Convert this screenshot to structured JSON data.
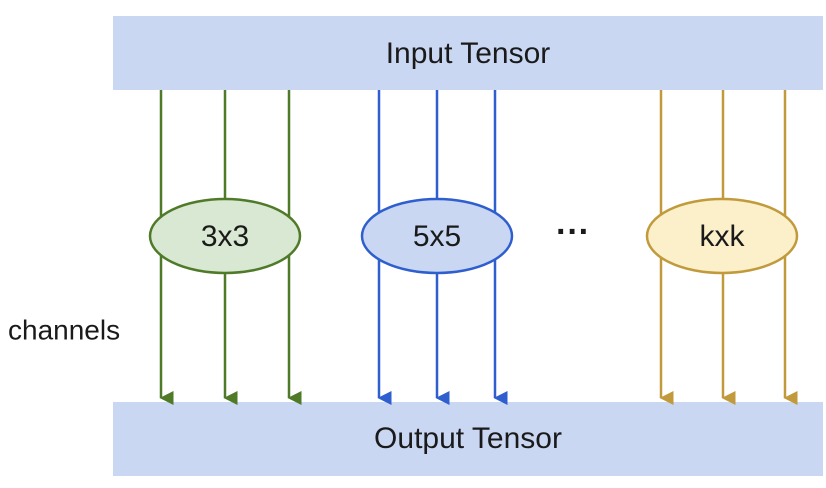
{
  "diagram": {
    "input_label": "Input Tensor",
    "output_label": "Output Tensor",
    "side_label": "channels",
    "ellipsis": "···",
    "box_fill": "#c9d7f3",
    "groups": [
      {
        "label": "3x3",
        "stroke": "#4f7a28",
        "fill": "#d9e8d3",
        "arrow_count": 3
      },
      {
        "label": "5x5",
        "stroke": "#2f5fce",
        "fill": "#c9d7f3",
        "arrow_count": 3
      },
      {
        "label": "kxk",
        "stroke": "#c19a3c",
        "fill": "#fbf0c9",
        "arrow_count": 3
      }
    ]
  }
}
